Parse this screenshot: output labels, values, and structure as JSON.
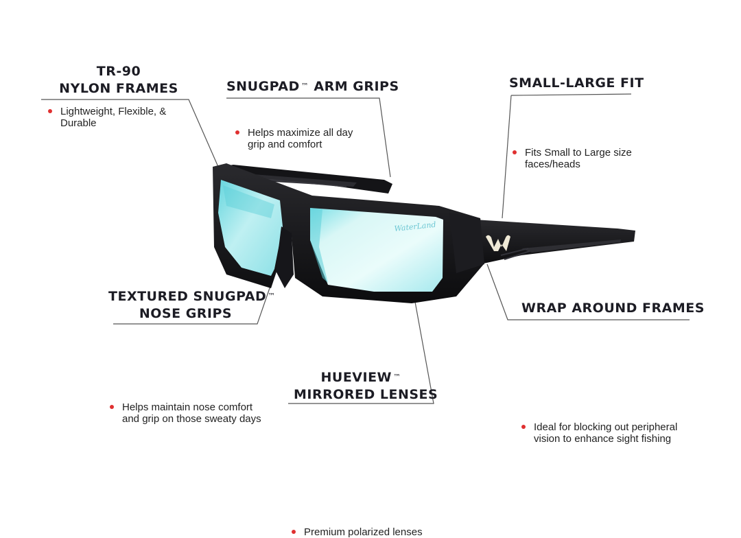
{
  "colors": {
    "bullet": "#e03030",
    "title_text": "#1c1c24",
    "leader_line": "#555555",
    "frame": "#111114",
    "lens_light": "#e6fbfb",
    "lens_edge": "#5fd4dc",
    "logo": "#eee9d8"
  },
  "product": {
    "lens_brand_text": "WaterLand",
    "temple_logo": "W"
  },
  "callouts": {
    "frames": {
      "title_line1": "TR-90",
      "title_line2": "NYLON FRAMES",
      "bullet": "Lightweight, Flexible, &",
      "bullet_line2": "Durable"
    },
    "arm_grips": {
      "title": "SNUGPAD",
      "tm": "™",
      "title_rest": "ARM GRIPS",
      "bullet": "Helps maximize all day",
      "bullet_line2": "grip and comfort"
    },
    "fit": {
      "title": "SMALL-LARGE FIT",
      "bullet": "Fits Small to Large size",
      "bullet_line2": "faces/heads"
    },
    "nose_grips": {
      "title_line1": "TEXTURED SNUGPAD",
      "tm": "™",
      "title_line2": "NOSE GRIPS",
      "bullet": "Helps maintain nose comfort",
      "bullet_line2": "and grip on those sweaty days"
    },
    "wrap": {
      "title": "WRAP AROUND FRAMES",
      "bullet": "Ideal for blocking out peripheral",
      "bullet_line2": "vision to enhance sight fishing"
    },
    "lenses": {
      "title_line1": "HUEVIEW",
      "tm": "™",
      "title_line2": "MIRRORED LENSES",
      "bullet": "Premium polarized lenses"
    }
  }
}
